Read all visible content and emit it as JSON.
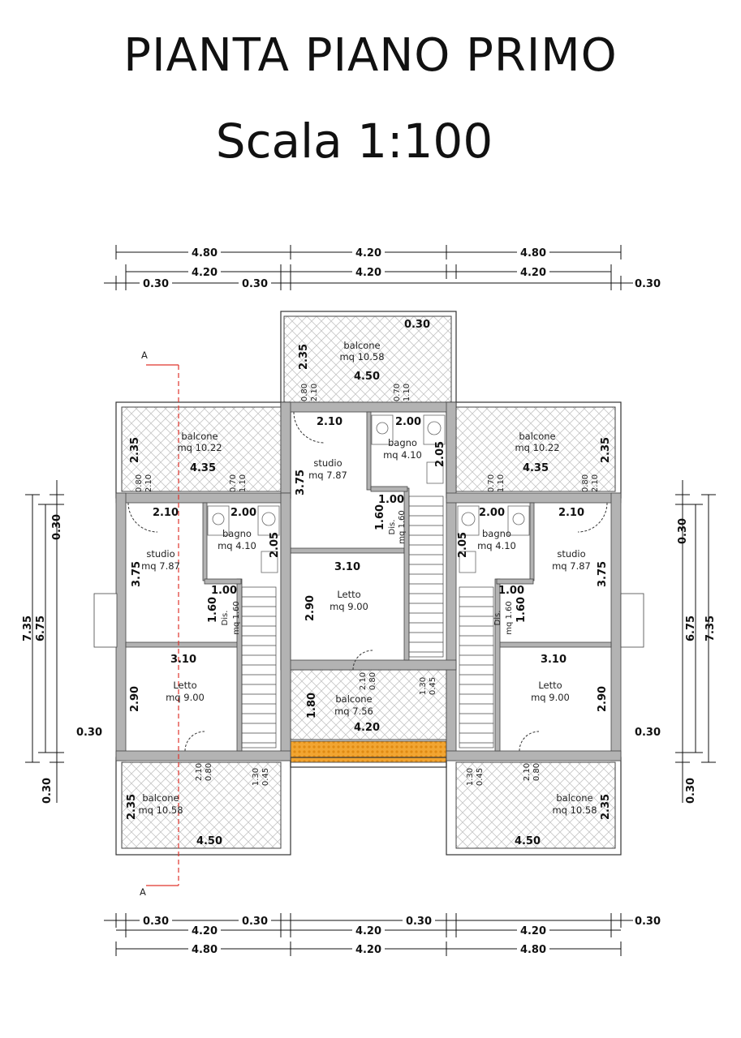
{
  "title": "PIANTA PIANO PRIMO",
  "scale": "Scala 1:100",
  "section_marker": "A",
  "top_dims": {
    "row1": [
      "4.80",
      "4.20",
      "4.80"
    ],
    "row2": [
      "4.20",
      "4.20",
      "4.20"
    ],
    "row3_left_a": "0.30",
    "row3_left_b": "0.30",
    "row3_right": "0.30"
  },
  "bottom_dims": {
    "row1_left_a": "0.30",
    "row1_left_b": "0.30",
    "row1_mid": "0.30",
    "row1_right": "0.30",
    "row2": [
      "4.20",
      "4.20",
      "4.20"
    ],
    "row3": [
      "4.80",
      "4.20",
      "4.80"
    ]
  },
  "side_dims": {
    "left": [
      "7.35",
      "6.75",
      "0.30",
      "0.30",
      "0.30"
    ],
    "right": [
      "6.75",
      "7.35",
      "0.30",
      "0.30",
      "0.30"
    ]
  },
  "rooms": {
    "balcone_top": {
      "name": "balcone",
      "area": "mq 10.58",
      "d1": "2.35",
      "d2": "4.50",
      "d3": "0.30",
      "w1": "0.80",
      "w2": "2.10",
      "w3": "0.70",
      "w4": "1.10"
    },
    "balcone_left_top": {
      "name": "balcone",
      "area": "mq 10.22",
      "d1": "2.35",
      "d2": "4.35",
      "w1": "0.80",
      "w2": "2.10",
      "w3": "0.70",
      "w4": "1.10"
    },
    "balcone_right_top": {
      "name": "balcone",
      "area": "mq 10.22",
      "d1": "2.35",
      "d2": "4.35",
      "w1": "0.70",
      "w2": "1.10",
      "w3": "0.80",
      "w4": "2.10"
    },
    "studio_center": {
      "name": "studio",
      "area": "mq 7.87",
      "d1": "2.10",
      "d2": "3.75"
    },
    "bagno_center": {
      "name": "bagno",
      "area": "mq 4.10",
      "d1": "2.00",
      "d2": "2.05"
    },
    "dis_center": {
      "name": "Dis.",
      "area": "mq 1.60",
      "d1": "1.00",
      "d2": "1.60"
    },
    "letto_center": {
      "name": "Letto",
      "area": "mq 9.00",
      "d1": "3.10",
      "d2": "2.90",
      "w1": "0.80",
      "w2": "2.10",
      "w3": "0.45",
      "w4": "1.30"
    },
    "balcone_center": {
      "name": "balcone",
      "area": "mq 7.56",
      "d1": "1.80",
      "d2": "4.20"
    },
    "studio_left": {
      "name": "studio",
      "area": "mq 7.87",
      "d1": "2.10",
      "d2": "3.75"
    },
    "bagno_left": {
      "name": "bagno",
      "area": "mq 4.10",
      "d1": "2.00",
      "d2": "2.05"
    },
    "dis_left": {
      "name": "Dis.",
      "area": "mq 1.60",
      "d1": "1.00",
      "d2": "1.60"
    },
    "letto_left": {
      "name": "Letto",
      "area": "mq 9.00",
      "d1": "3.10",
      "d2": "2.90"
    },
    "balcone_left_bottom": {
      "name": "balcone",
      "area": "mq 10.58",
      "d1": "2.35",
      "d2": "4.50",
      "w1": "0.80",
      "w2": "2.10",
      "w3": "0.45",
      "w4": "1.30"
    },
    "studio_right": {
      "name": "studio",
      "area": "mq 7.87",
      "d1": "2.10",
      "d2": "3.75"
    },
    "bagno_right": {
      "name": "bagno",
      "area": "mq 4.10",
      "d1": "2.00",
      "d2": "2.05"
    },
    "dis_right": {
      "name": "Dis.",
      "area": "mq 1.60",
      "d1": "1.00",
      "d2": "1.60"
    },
    "letto_right": {
      "name": "Letto",
      "area": "mq 9.00",
      "d1": "3.10",
      "d2": "2.90"
    },
    "balcone_right_bottom": {
      "name": "balcone",
      "area": "mq 10.58",
      "d1": "2.35",
      "d2": "4.50",
      "w1": "0.45",
      "w2": "1.30",
      "w3": "0.80",
      "w4": "2.10"
    }
  },
  "colors": {
    "wall": "#b3b3b3",
    "hatch": "#c8c8c8",
    "section_line": "#e0342c",
    "highlight": "#f2a531"
  }
}
